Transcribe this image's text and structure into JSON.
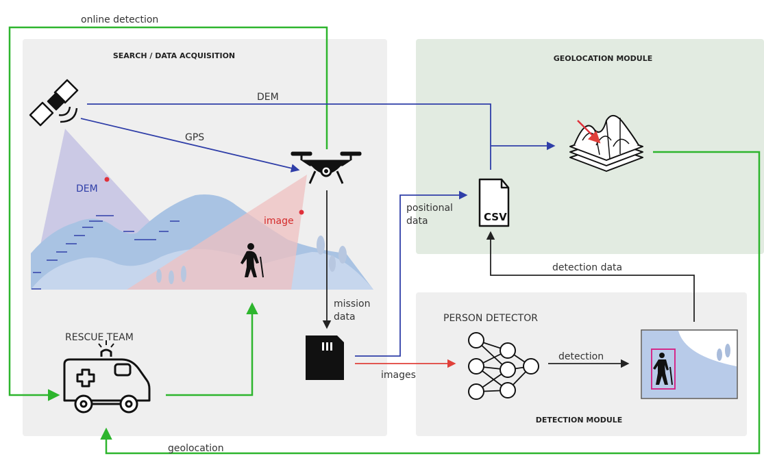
{
  "panels": {
    "search": "SEARCH / DATA ACQUISITION",
    "geolocation": "GEOLOCATION MODULE",
    "detection": "DETECTION MODULE"
  },
  "labels": {
    "online_detection": "online detection",
    "dem_arrow": "DEM",
    "gps": "GPS",
    "dem_marker": "DEM",
    "image_marker": "image",
    "mission_data_1": "mission",
    "mission_data_2": "data",
    "positional_data_1": "positional",
    "positional_data_2": "data",
    "csv": "CSV",
    "detection_data": "detection data",
    "person_detector": "PERSON DETECTOR",
    "detection": "detection",
    "images": "images",
    "rescue_team": "RESCUE TEAM",
    "geolocation": "geolocation"
  },
  "colors": {
    "green_arrow": "#2db52d",
    "blue_arrow": "#2f3ea8",
    "red_arrow": "#e0403a",
    "panel_gray": "#efefef",
    "panel_green": "#e2ebe1"
  }
}
